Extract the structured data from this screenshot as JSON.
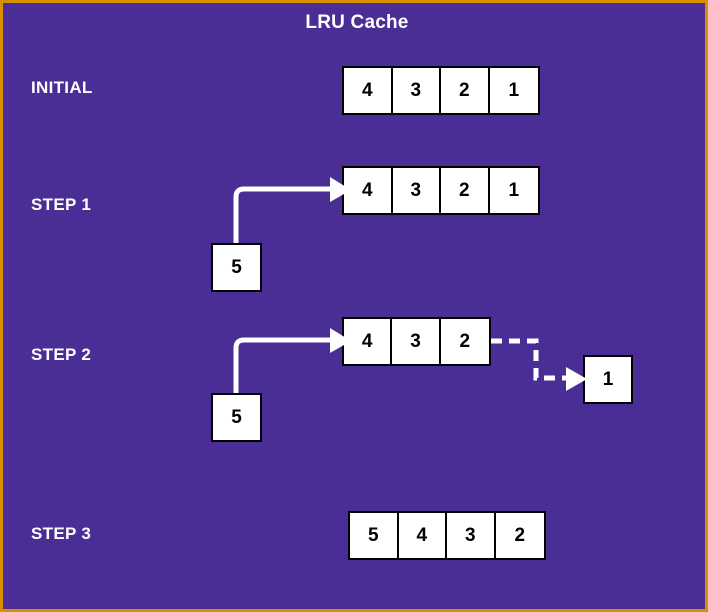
{
  "diagram": {
    "title": "LRU Cache",
    "background_color": "#4A2E96",
    "border_color": "#D89000",
    "box_fill": "#ffffff",
    "box_stroke": "#000000",
    "arrow_color": "#ffffff"
  },
  "rows": {
    "initial": {
      "label": "INITIAL",
      "cells": [
        "4",
        "3",
        "2",
        "1"
      ]
    },
    "step1": {
      "label": "STEP 1",
      "cells": [
        "4",
        "3",
        "2",
        "1"
      ],
      "incoming_value": "5"
    },
    "step2": {
      "label": "STEP 2",
      "cells": [
        "4",
        "3",
        "2"
      ],
      "incoming_value": "5",
      "evicted_value": "1"
    },
    "step3": {
      "label": "STEP 3",
      "cells": [
        "5",
        "4",
        "3",
        "2"
      ]
    }
  }
}
